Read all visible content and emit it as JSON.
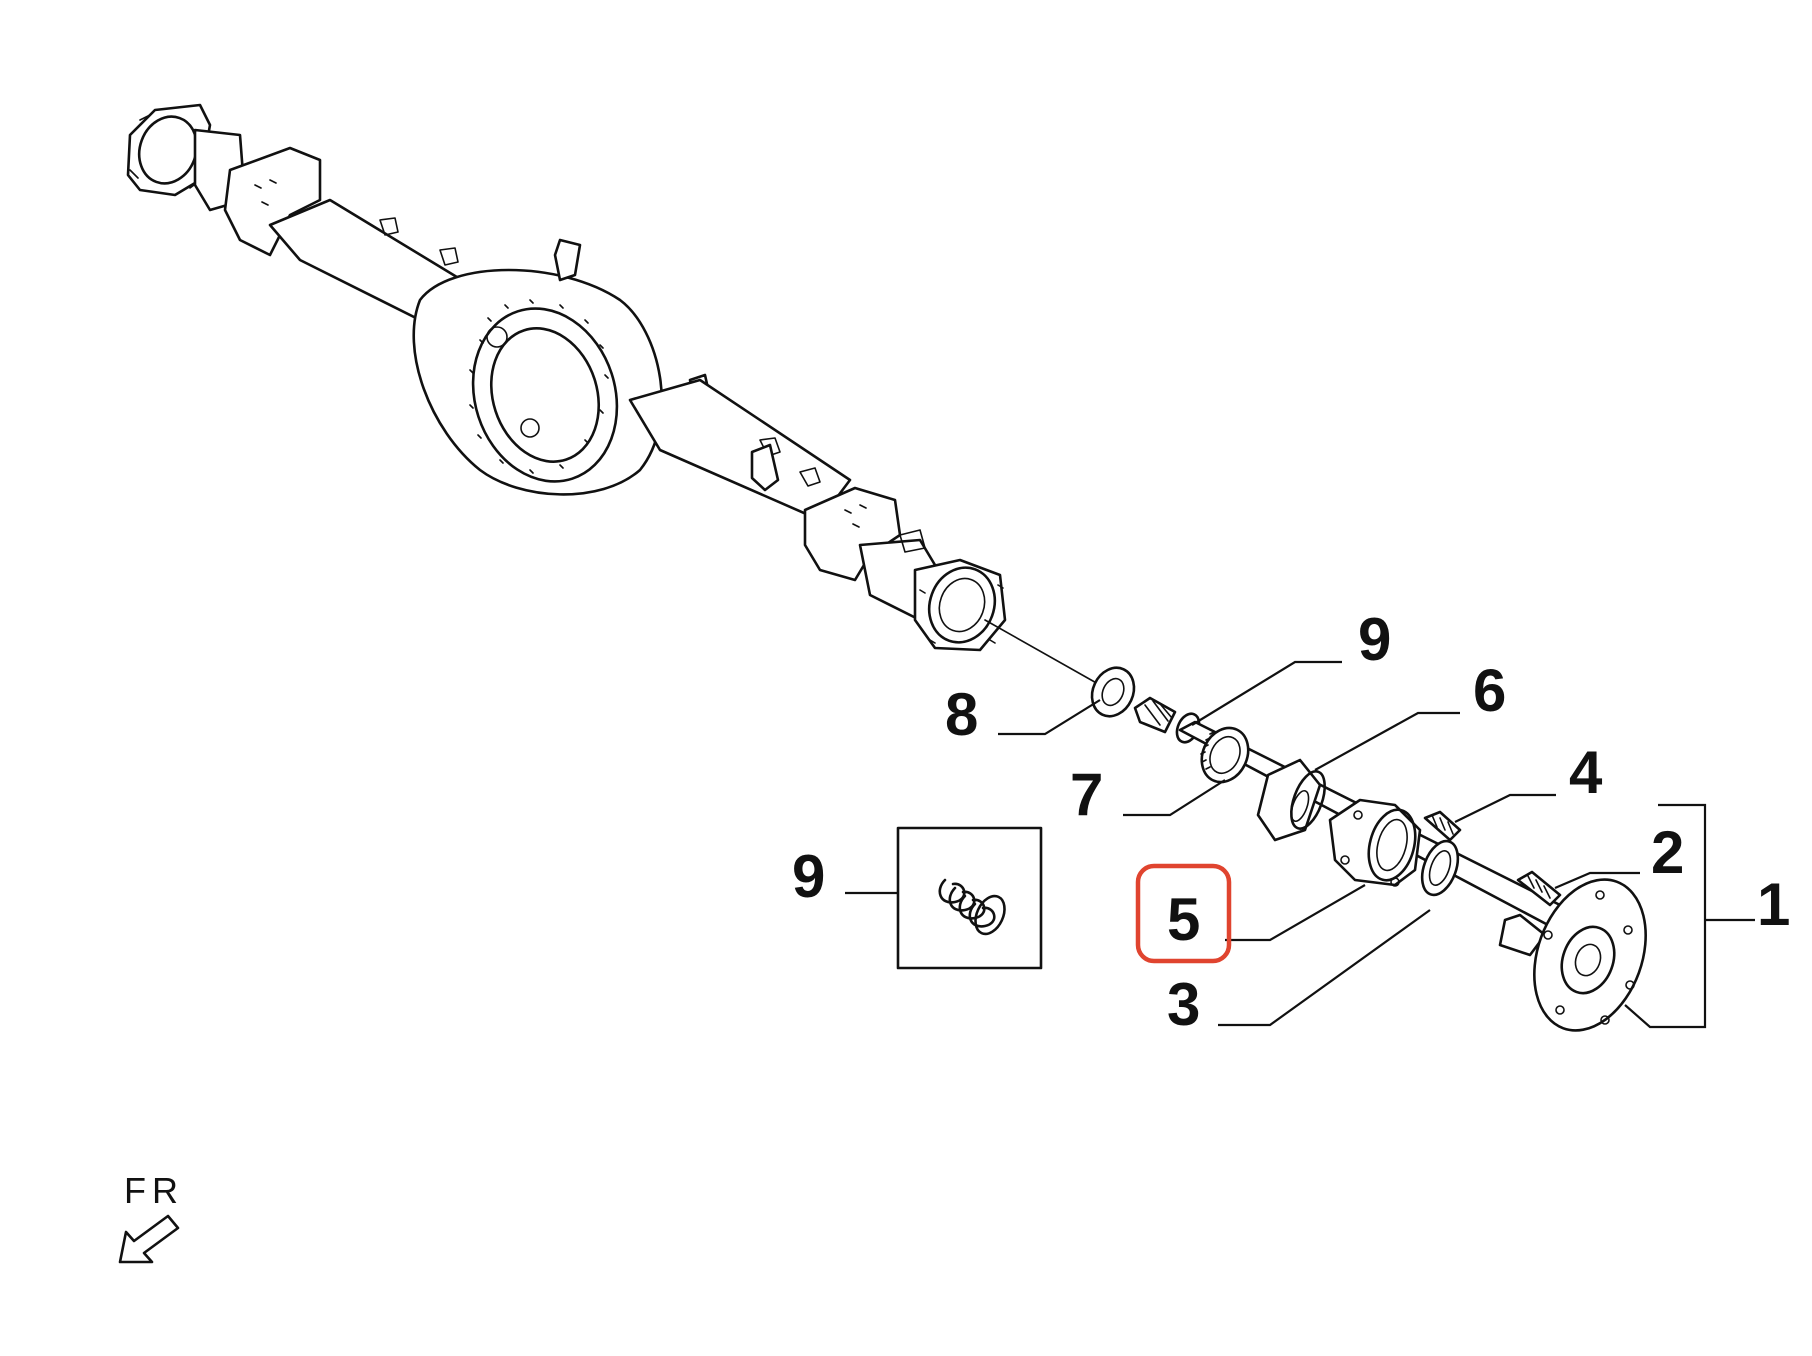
{
  "diagram": {
    "callouts": [
      {
        "id": "c1",
        "text": "1"
      },
      {
        "id": "c2",
        "text": "2"
      },
      {
        "id": "c3",
        "text": "3"
      },
      {
        "id": "c4",
        "text": "4"
      },
      {
        "id": "c5",
        "text": "5",
        "highlighted": true
      },
      {
        "id": "c6",
        "text": "6"
      },
      {
        "id": "c7",
        "text": "7"
      },
      {
        "id": "c8",
        "text": "8"
      },
      {
        "id": "c9a",
        "text": "9"
      },
      {
        "id": "c9b",
        "text": "9"
      }
    ],
    "orientation_label": "FR",
    "highlight_color": "#e0442f"
  }
}
